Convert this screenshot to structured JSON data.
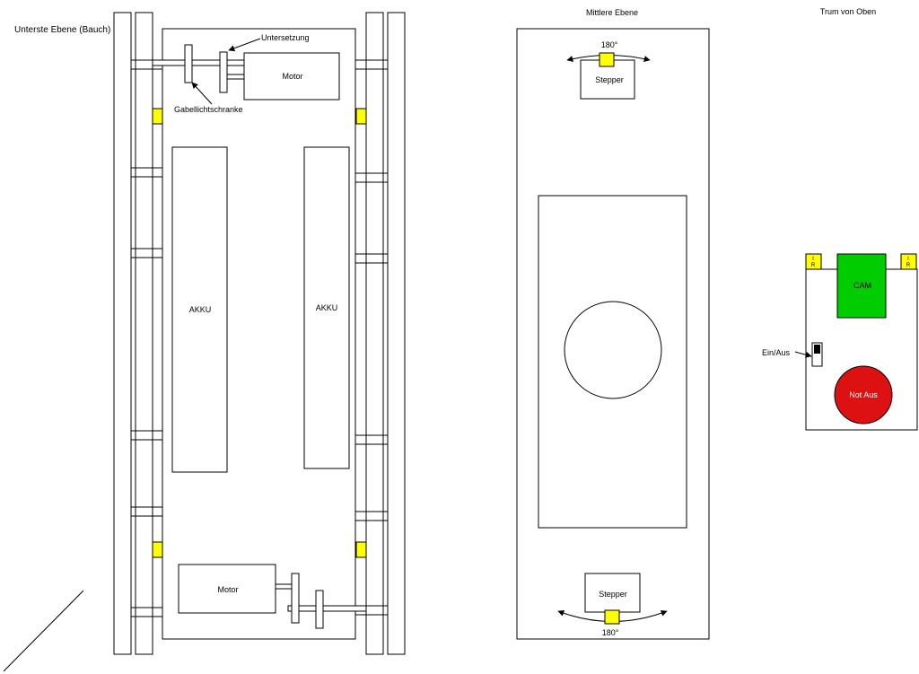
{
  "labels": {
    "bottom_level": "Unterste Ebene (Bauch)",
    "middle_level": "Mittlere Ebene",
    "top_view": "Trum von Oben",
    "reduction": "Untersetzung",
    "fork_light_barrier": "Gabellichtschranke",
    "motor_top": "Motor",
    "motor_bottom": "Motor",
    "battery_left": "AKKU",
    "battery_right": "AKKU",
    "stepper_top": "Stepper",
    "stepper_bottom": "Stepper",
    "angle_top": "180°",
    "angle_bottom": "180°",
    "camera": "CAM",
    "switch": "Ein/Aus",
    "emergency_stop": "Not Aus",
    "ir_left_1": "I",
    "ir_left_2": "R",
    "ir_right_1": "I",
    "ir_right_2": "R"
  },
  "colors": {
    "yellow": "#ffff00",
    "green": "#00cc00",
    "red": "#dd1111",
    "line": "#000000",
    "background": "#ffffff"
  }
}
